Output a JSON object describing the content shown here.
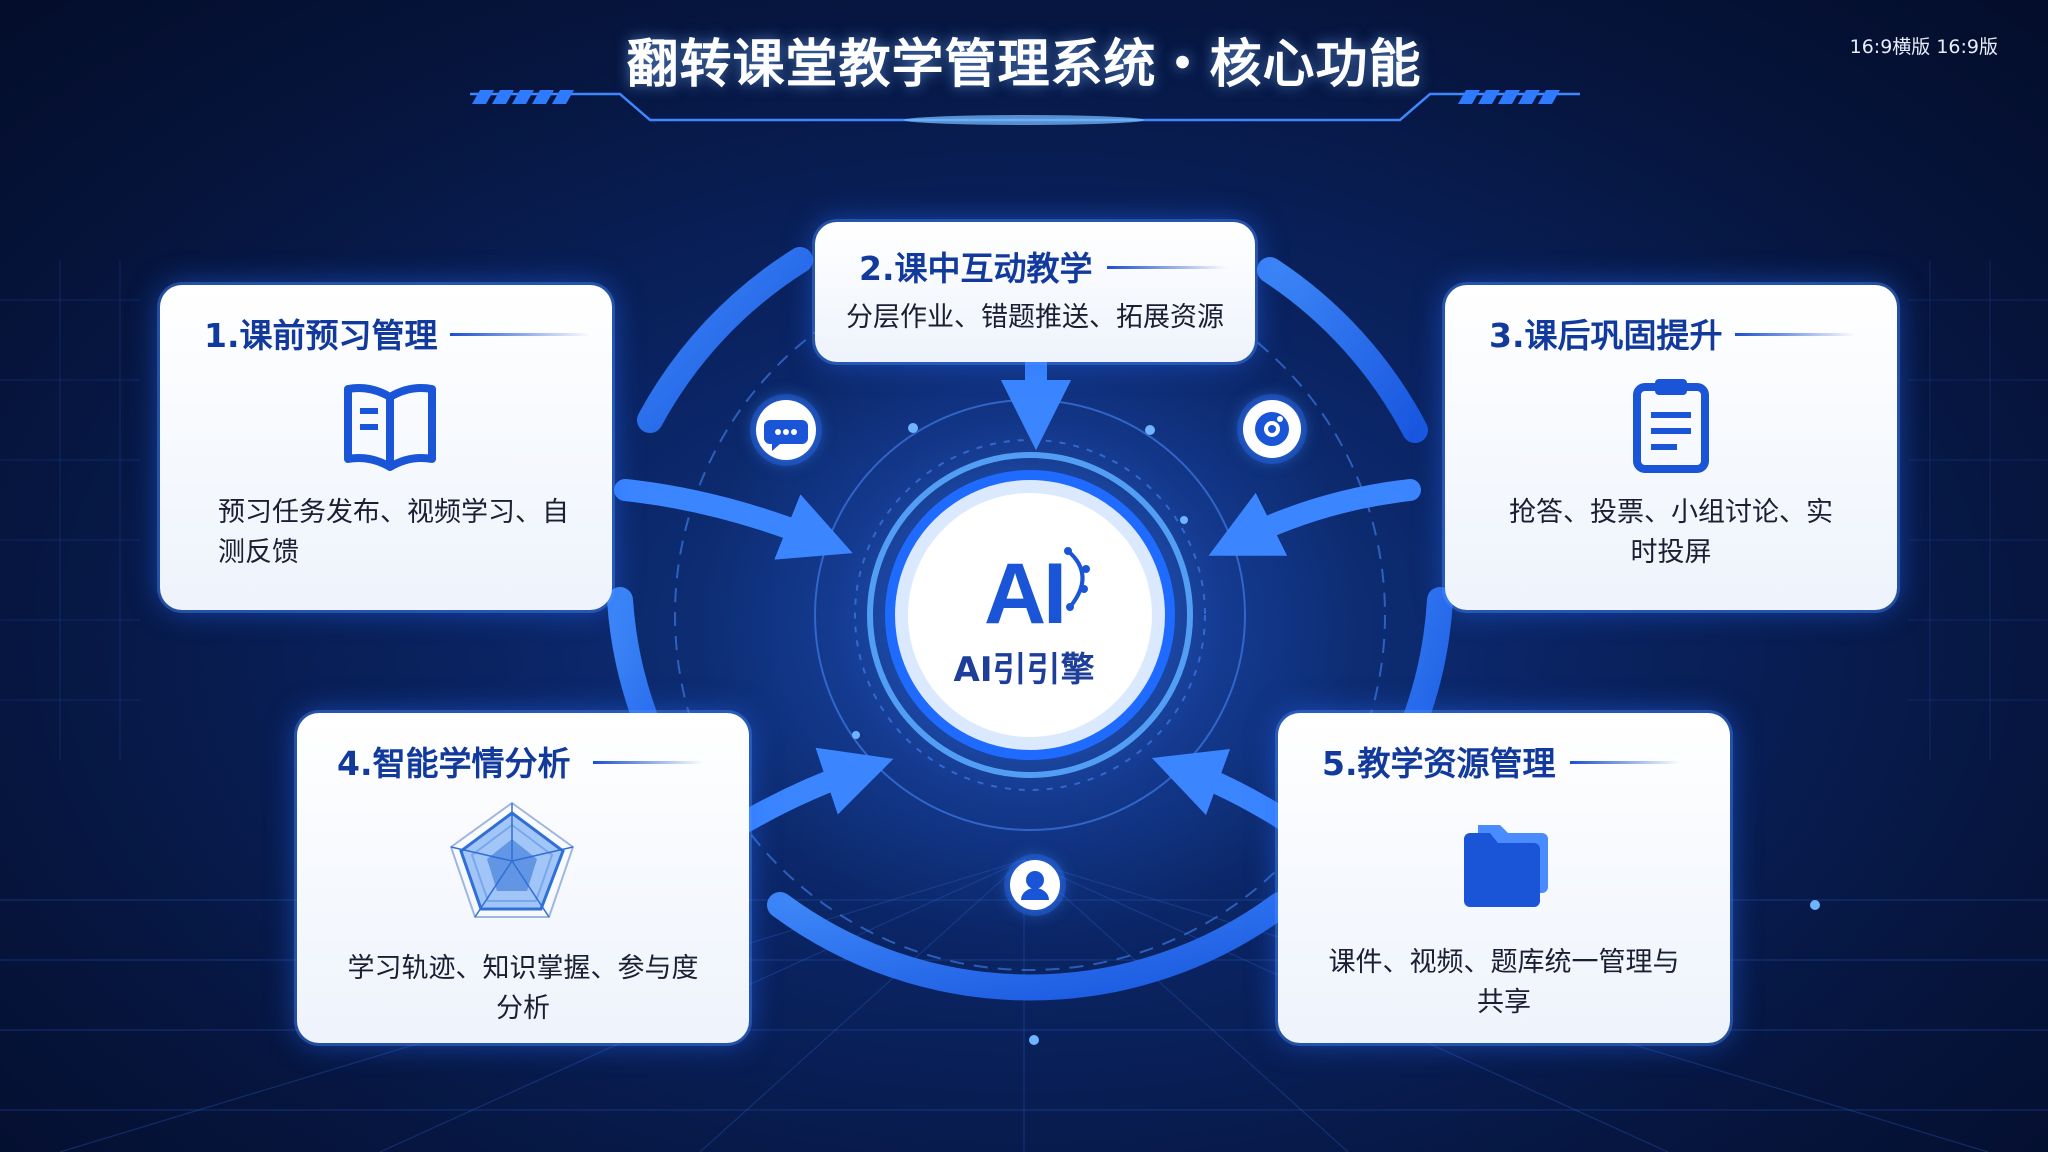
{
  "header": {
    "title": "翻转课堂教学管理系统・核心功能",
    "ratio_badge": "16:9横版 16:9版"
  },
  "hub": {
    "ai_mark": "AI",
    "label": "AI引引擎"
  },
  "cards": [
    {
      "title": "1.课前预习管理",
      "desc": "预习任务发布、视频学习、自测反馈",
      "icon": "book-icon"
    },
    {
      "title": "2.课中互动教学",
      "desc": "分层作业、错题推送、拓展资源",
      "icon": ""
    },
    {
      "title": "3.课后巩固提升",
      "desc": "抢答、投票、小组讨论、实时投屏",
      "icon": "clipboard-icon"
    },
    {
      "title": "4.智能学情分析",
      "desc": "学习轨迹、知识掌握、参与度分析",
      "icon": "radar-chart-icon"
    },
    {
      "title": "5.教学资源管理",
      "desc": "课件、视频、题库统一管理与共享",
      "icon": "folder-icon"
    }
  ],
  "floating_icons": [
    "chat-bubble-icon",
    "camera-icon",
    "user-icon"
  ],
  "colors": {
    "background": "#0a2361",
    "accent": "#2f7bff",
    "card_title": "#123a9c",
    "card_bg": "#ffffff"
  }
}
